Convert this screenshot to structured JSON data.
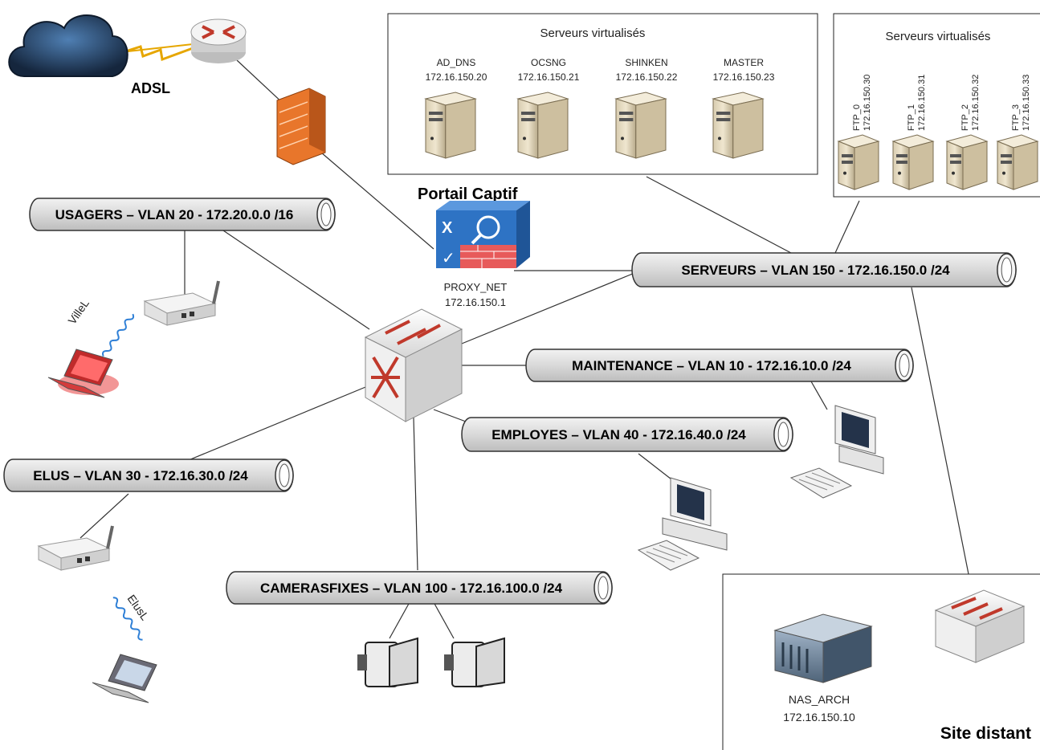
{
  "labels": {
    "adsl": "ADSL",
    "captive_portal": "Portail Captif",
    "proxy_name": "PROXY_NET",
    "proxy_ip": "172.16.150.1",
    "remote_site": "Site distant",
    "nas_name": "NAS_ARCH",
    "nas_ip": "172.16.150.10",
    "wifi_ville": "VilleL",
    "wifi_elus": "ElusL"
  },
  "virtual_group_1": {
    "title": "Serveurs virtualisés",
    "servers": [
      {
        "name": "AD_DNS",
        "ip": "172.16.150.20"
      },
      {
        "name": "OCSNG",
        "ip": "172.16.150.21"
      },
      {
        "name": "SHINKEN",
        "ip": "172.16.150.22"
      },
      {
        "name": "MASTER",
        "ip": "172.16.150.23"
      }
    ]
  },
  "virtual_group_2": {
    "title": "Serveurs virtualisés",
    "servers": [
      {
        "name": "FTP_0",
        "ip": "172.16.150.30"
      },
      {
        "name": "FTP_1",
        "ip": "172.16.150.31"
      },
      {
        "name": "FTP_2",
        "ip": "172.16.150.32"
      },
      {
        "name": "FTP_3",
        "ip": "172.16.150.33"
      }
    ]
  },
  "vlans": {
    "usagers": "USAGERS – VLAN 20 - 172.20.0.0 /16",
    "serveurs": "SERVEURS – VLAN 150 - 172.16.150.0 /24",
    "maintenance": "MAINTENANCE – VLAN 10 - 172.16.10.0 /24",
    "employes": "EMPLOYES – VLAN 40 - 172.16.40.0 /24",
    "elus": "ELUS – VLAN 30 - 172.16.30.0 /24",
    "cameras": "CAMERASFIXES – VLAN 100 - 172.16.100.0 /24"
  },
  "colors": {
    "pipe_fill": "#e0e0e0",
    "switch_red": "#c0392b",
    "firewall_orange": "#e8762b",
    "portal_blue": "#2e73c4",
    "cloud_dark": "#1f3a5c"
  }
}
